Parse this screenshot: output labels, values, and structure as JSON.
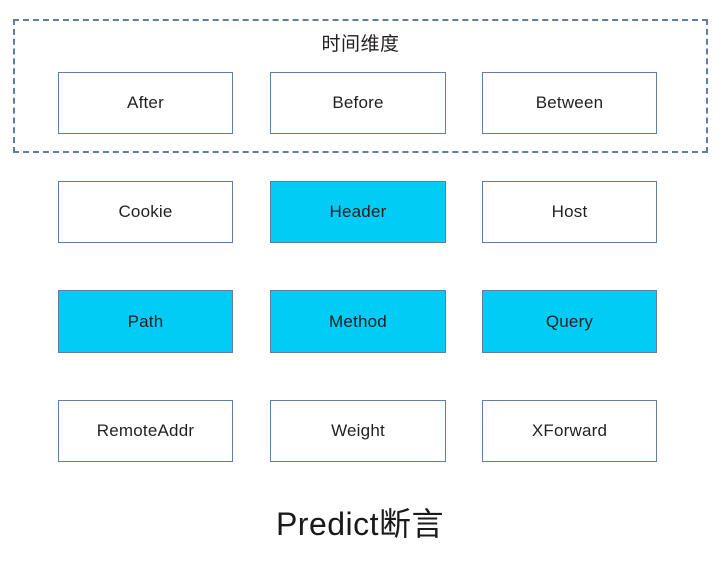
{
  "diagram": {
    "caption": "Predict断言",
    "colors": {
      "highlight": "#00ccf5",
      "border": "#5b7fa6",
      "background": "#ffffff",
      "text": "#231f20"
    },
    "group": {
      "title": "时间维度",
      "border_style": "dashed"
    },
    "rows": [
      {
        "in_group": true,
        "cells": [
          {
            "label": "After",
            "highlighted": false
          },
          {
            "label": "Before",
            "highlighted": false
          },
          {
            "label": "Between",
            "highlighted": false
          }
        ]
      },
      {
        "in_group": false,
        "cells": [
          {
            "label": "Cookie",
            "highlighted": false
          },
          {
            "label": "Header",
            "highlighted": true
          },
          {
            "label": "Host",
            "highlighted": false
          }
        ]
      },
      {
        "in_group": false,
        "cells": [
          {
            "label": "Path",
            "highlighted": true
          },
          {
            "label": "Method",
            "highlighted": true
          },
          {
            "label": "Query",
            "highlighted": true
          }
        ]
      },
      {
        "in_group": false,
        "cells": [
          {
            "label": "RemoteAddr",
            "highlighted": false
          },
          {
            "label": "Weight",
            "highlighted": false
          },
          {
            "label": "XForward",
            "highlighted": false
          }
        ]
      }
    ]
  }
}
